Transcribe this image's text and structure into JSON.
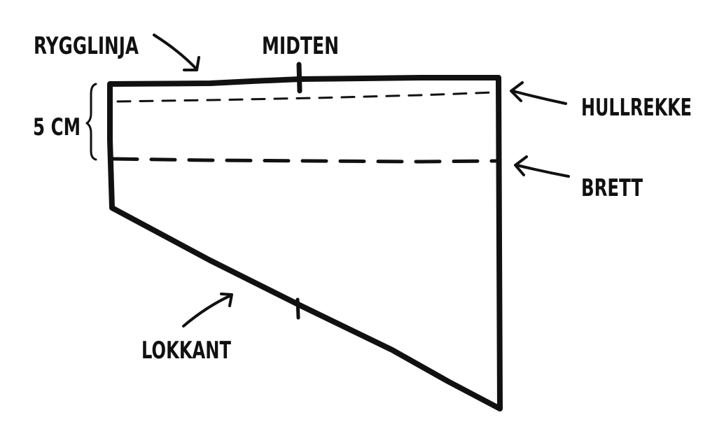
{
  "labels": {
    "rygglinja": "RYGGLINJA",
    "midten": "MIDTEN",
    "hullrekke": "HULLREKKE",
    "brett": "BRETT",
    "lokkant": "LOKKANT",
    "measure": "5 CM"
  },
  "colors": {
    "ink": "#111111",
    "background": "#ffffff"
  }
}
